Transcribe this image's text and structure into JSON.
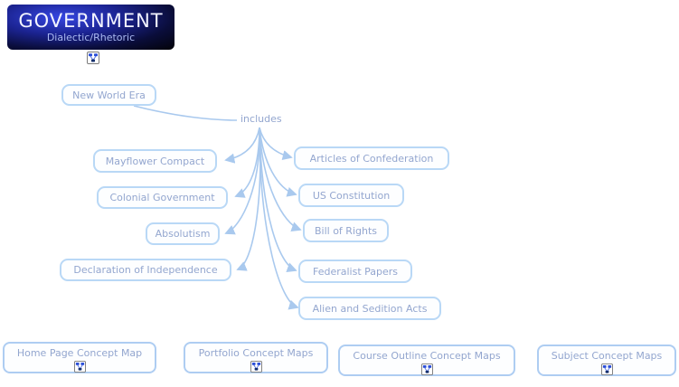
{
  "header": {
    "title": "GOVERNMENT",
    "subtitle": "Dialectic/Rhetoric"
  },
  "map": {
    "root_label": "New World Era",
    "link_label": "includes",
    "concepts_left": [
      "Mayflower Compact",
      "Colonial Government",
      "Absolutism",
      "Declaration of Independence"
    ],
    "concepts_right": [
      "Articles of Confederation",
      "US Constitution",
      "Bill of Rights",
      "Federalist Papers",
      "Alien and Sedition Acts"
    ]
  },
  "footer": {
    "links": [
      "Home Page Concept Map",
      "Portfolio Concept Maps",
      "Course Outline Concept Maps",
      "Subject Concept Maps"
    ]
  },
  "icons": {
    "cmap_icon": "cmap-node-icon"
  },
  "colors": {
    "connector": "#a9c9ee",
    "node_border": "#b9d8f6",
    "node_text": "#93a6cf",
    "title_background_accent": "#2a39d8"
  }
}
